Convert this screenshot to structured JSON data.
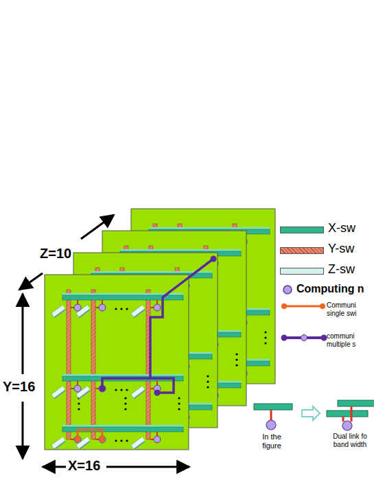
{
  "diagram": {
    "labels": [
      "Z=10",
      "Y=16",
      "X=16",
      "In the figure",
      "Dual link fo band width"
    ],
    "legend": [
      {
        "text": "X-sw",
        "color": "#2fb58c"
      },
      {
        "text": "Y-sw",
        "color": "#e9866e"
      },
      {
        "text": "Z-sw",
        "color": "#d5f1ec"
      },
      {
        "text": "Computing n"
      },
      {
        "text": "Communi single swi"
      },
      {
        "text": "communi multiple s"
      }
    ]
  }
}
